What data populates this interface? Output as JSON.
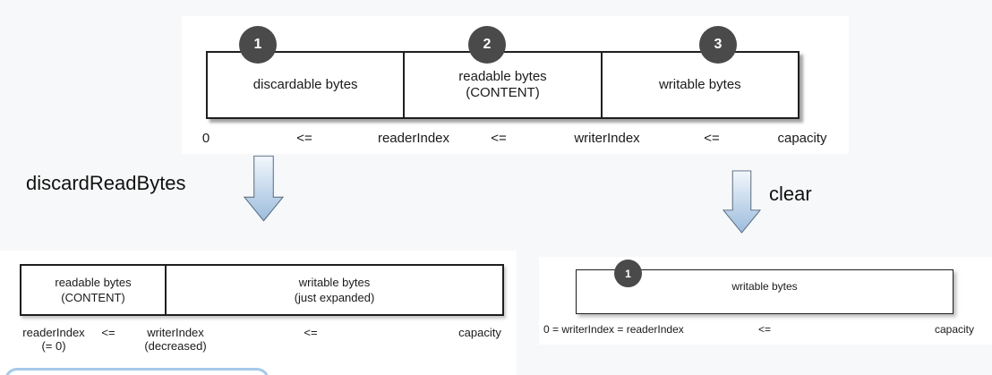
{
  "colors": {
    "page_bg": "#f7f8f9",
    "panel_bg": "#ffffff",
    "box_border": "#1f1f1f",
    "badge_fill": "#4a4a4a",
    "badge_text": "#ffffff",
    "arrow_fill_top": "#eef4fb",
    "arrow_fill_bottom": "#9cbcdc",
    "arrow_border": "#52677c",
    "arc_blue": "#a4c9ea"
  },
  "top_diagram": {
    "badges": [
      "1",
      "2",
      "3"
    ],
    "sections": [
      {
        "label": "discardable bytes",
        "sublabel": ""
      },
      {
        "label": "readable bytes",
        "sublabel": "(CONTENT)"
      },
      {
        "label": "writable bytes",
        "sublabel": ""
      }
    ],
    "index_row": {
      "zero": "0",
      "le1": "<=",
      "reader": "readerIndex",
      "le2": "<=",
      "writer": "writerIndex",
      "le3": "<=",
      "capacity": "capacity"
    }
  },
  "actions": {
    "left": "discardReadBytes",
    "right": "clear"
  },
  "bottom_left_diagram": {
    "sections": [
      {
        "label": "readable bytes",
        "sublabel": "(CONTENT)"
      },
      {
        "label": "writable bytes",
        "sublabel": "(just expanded)"
      }
    ],
    "index_row": {
      "reader": "readerIndex",
      "reader_note": "(= 0)",
      "le1": "<=",
      "writer": "writerIndex",
      "writer_note": "(decreased)",
      "le2": "<=",
      "capacity": "capacity"
    }
  },
  "bottom_right_diagram": {
    "badge": "1",
    "label": "writable bytes",
    "index_row": {
      "equation": "0 = writerIndex = readerIndex",
      "le": "<=",
      "capacity": "capacity"
    }
  }
}
